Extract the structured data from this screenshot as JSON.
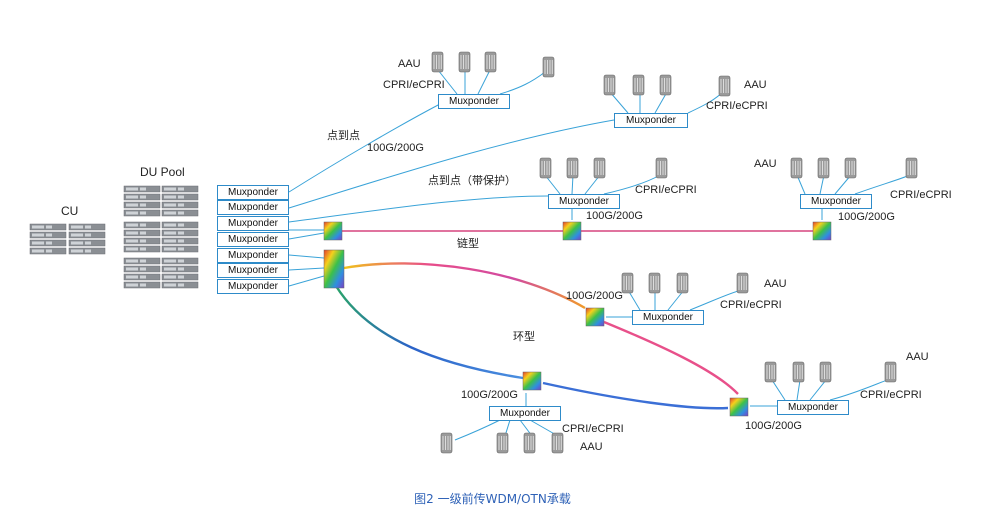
{
  "labels": {
    "cu": "CU",
    "du_pool": "DU Pool",
    "muxponder": "Muxponder",
    "aau": "AAU",
    "cpri": "CPRI/eCPRI",
    "rate": "100G/200G",
    "p2p": "点到点",
    "p2p_protect": "点到点（带保护）",
    "chain": "链型",
    "ring": "环型"
  },
  "caption": "图2 一级前传WDM/OTN承载",
  "colors": {
    "link_blue": "#3aa3d8",
    "chain_pink": "#d6457f",
    "box_border": "#2e8bc9",
    "caption_blue": "#2f62b7"
  }
}
